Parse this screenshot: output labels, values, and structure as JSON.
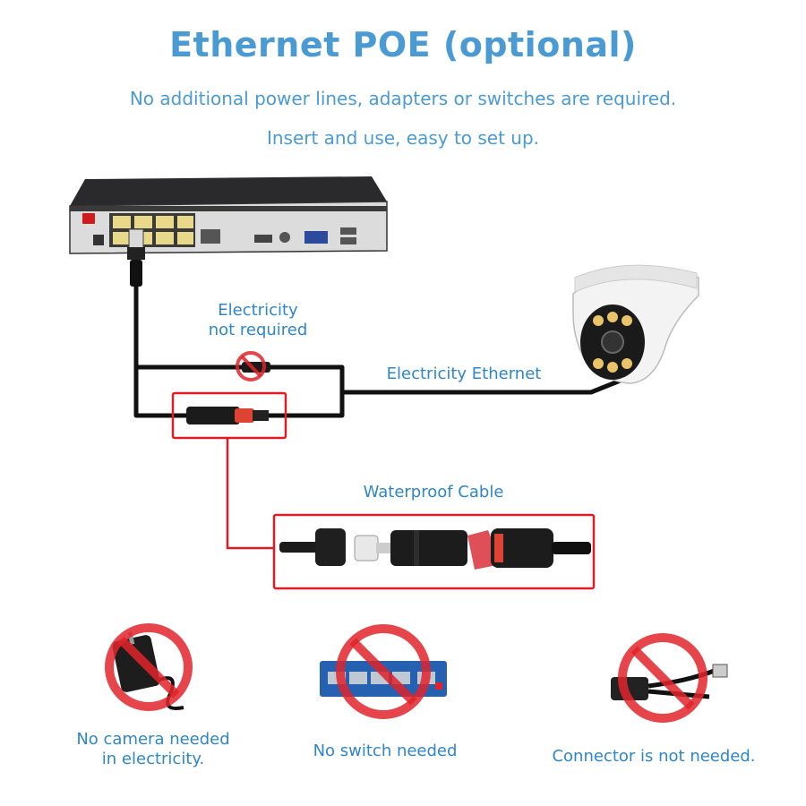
{
  "header": {
    "title": "Ethernet POE (optional)",
    "subtitle_line1": "No additional power lines, adapters or switches are required.",
    "subtitle_line2": "Insert and use, easy to set up."
  },
  "diagram": {
    "label_electricity_line1": "Electricity",
    "label_electricity_line2": "not required",
    "label_electricity_ethernet": "Electricity Ethernet",
    "label_waterproof_cable": "Waterproof Cable"
  },
  "bottom": {
    "item1_line1": "No camera needed",
    "item1_line2": "in electricity.",
    "item2": "No switch needed",
    "item3": "Connector is not needed."
  },
  "colors": {
    "accent_blue": "#4a9ad4",
    "highlight_red": "#e01b24",
    "prohibition_red": "#e0242b"
  }
}
